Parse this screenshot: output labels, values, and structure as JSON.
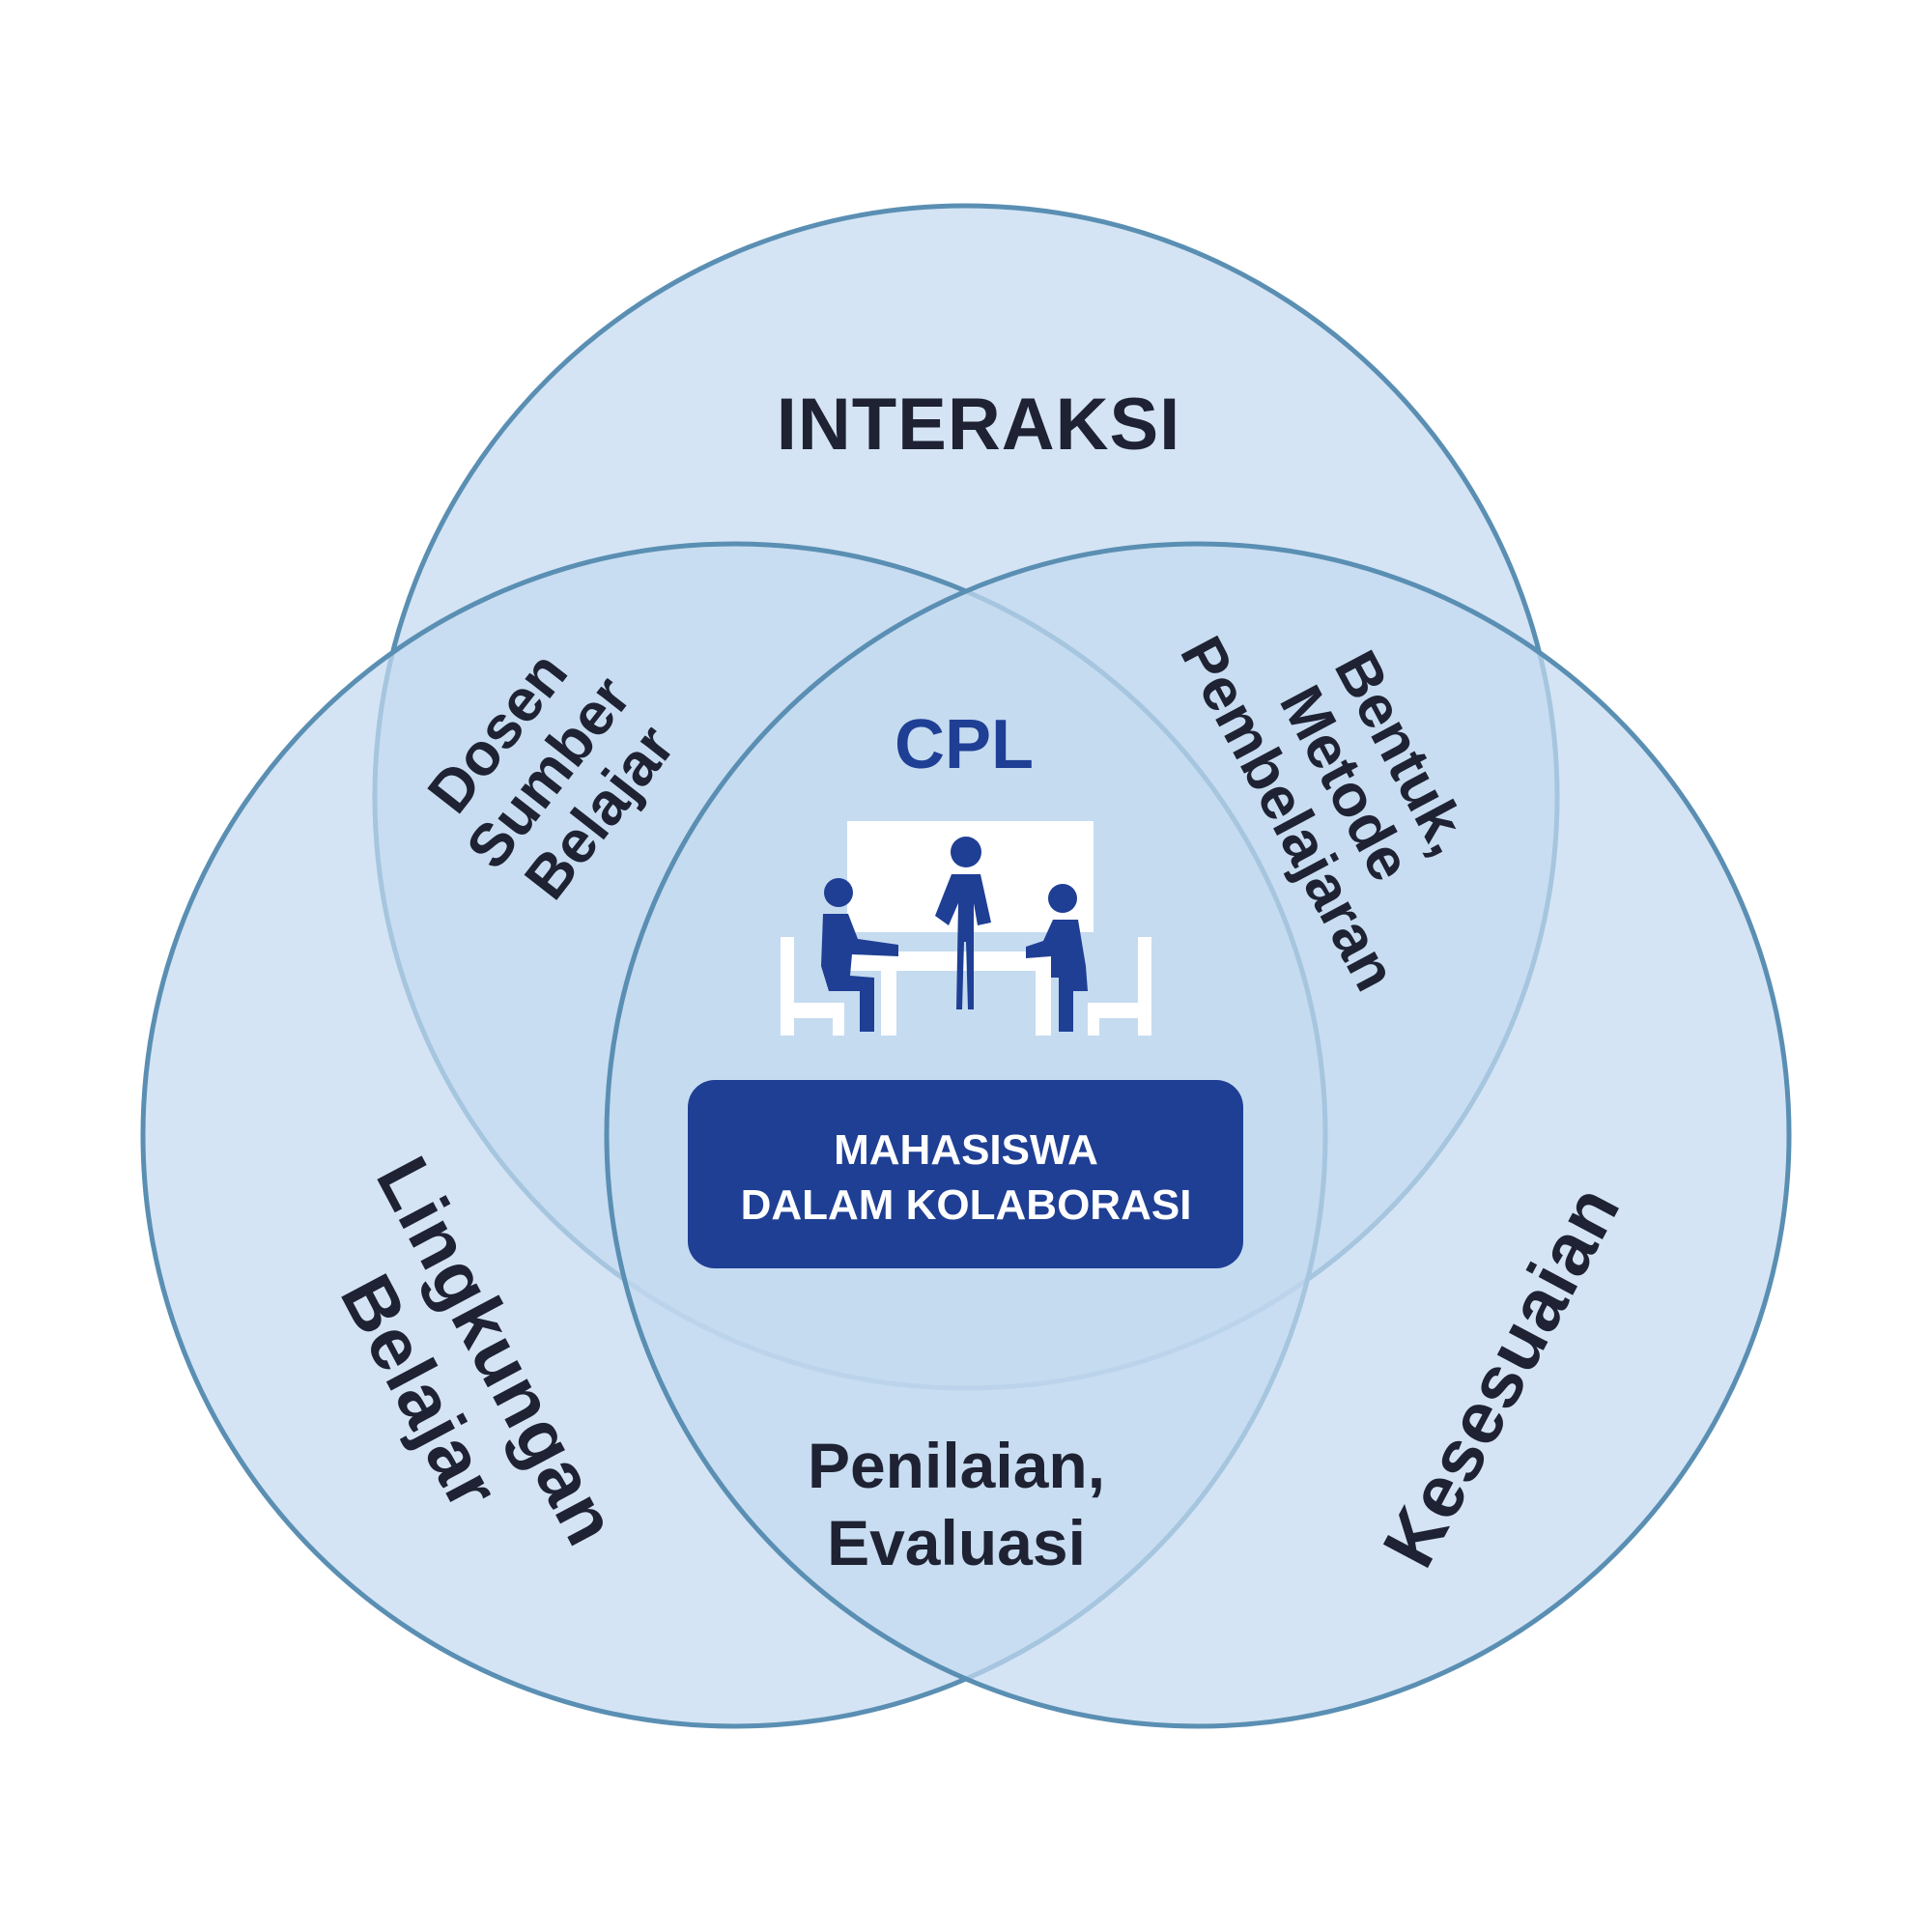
{
  "colors": {
    "circle_fill": "#c3daf0",
    "circle_stroke": "#5a8fb3",
    "accent": "#1f3f95",
    "box_text": "#ffffff",
    "label_text": "#1e2233"
  },
  "circles": [
    {
      "id": "top",
      "label": "INTERAKSI"
    },
    {
      "id": "left",
      "label_lines": [
        "Lingkungan",
        "Belajar"
      ]
    },
    {
      "id": "right",
      "label": "Kesesuaian"
    }
  ],
  "overlaps": {
    "top_left": [
      "Dosen",
      "Sumber",
      "Belajar"
    ],
    "top_right": [
      "Bentuk,",
      "Metode",
      "Pembelajaran"
    ],
    "left_right": [
      "Penilaian,",
      "Evaluasi"
    ]
  },
  "center": {
    "title": "CPL",
    "icon": "people-meeting-icon",
    "box_lines": [
      "MAHASISWA",
      "DALAM KOLABORASI"
    ]
  }
}
